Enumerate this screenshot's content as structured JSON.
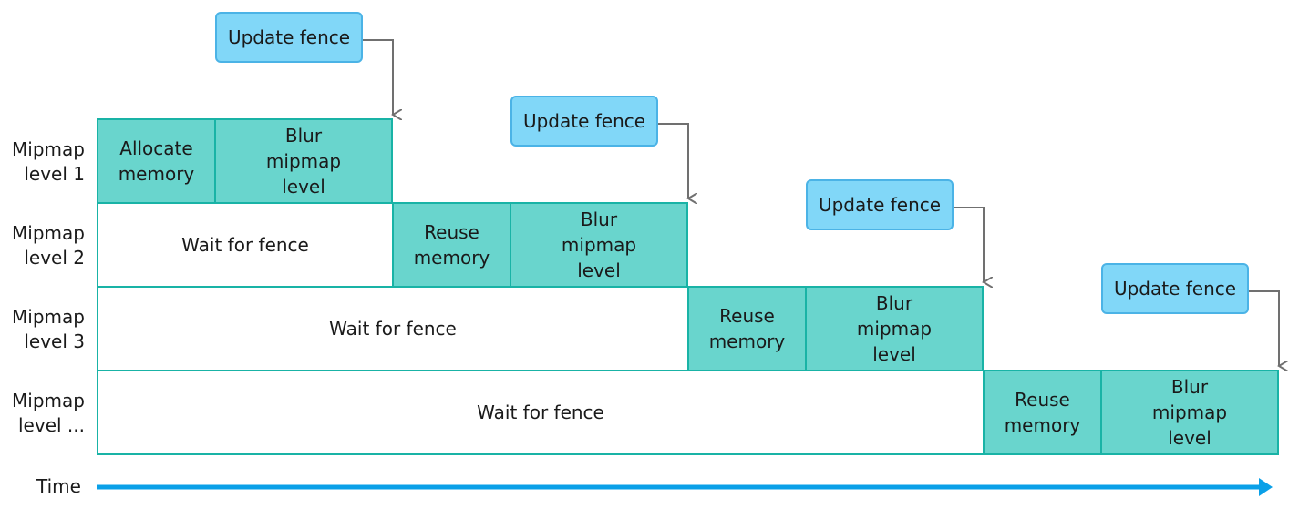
{
  "rows": [
    {
      "label": "Mipmap\nlevel 1"
    },
    {
      "label": "Mipmap\nlevel 2"
    },
    {
      "label": "Mipmap\nlevel 3"
    },
    {
      "label": "Mipmap\nlevel ..."
    }
  ],
  "boxes": {
    "r1_allocate": "Allocate\nmemory",
    "r1_blur": "Blur\nmipmap\nlevel",
    "r2_wait": "Wait for fence",
    "r2_reuse": "Reuse\nmemory",
    "r2_blur": "Blur\nmipmap\nlevel",
    "r3_wait": "Wait for fence",
    "r3_reuse": "Reuse\nmemory",
    "r3_blur": "Blur\nmipmap\nlevel",
    "r4_wait": "Wait for fence",
    "r4_reuse": "Reuse\nmemory",
    "r4_blur": "Blur\nmipmap\nlevel"
  },
  "fences": [
    {
      "label": "Update fence"
    },
    {
      "label": "Update fence"
    },
    {
      "label": "Update fence"
    },
    {
      "label": "Update fence"
    }
  ],
  "time_label": "Time",
  "colors": {
    "task_fill": "#69d5cd",
    "task_border": "#19b3a6",
    "fence_fill": "#81d7f8",
    "fence_border": "#4bb3e6",
    "arrow": "#707070",
    "time_arrow": "#0aa0e8"
  }
}
